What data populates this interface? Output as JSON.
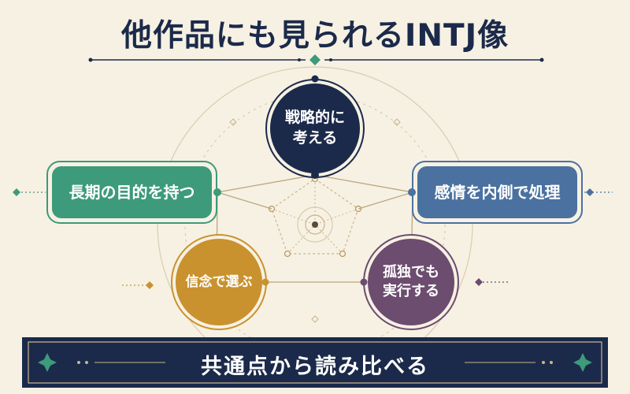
{
  "title": "他作品にも見られるINTJ像",
  "nodes": {
    "top": "戦略的に\n考える",
    "left": "長期の目的を持つ",
    "right": "感情を内側で処理",
    "bottom_left": "信念で選ぶ",
    "bottom_right": "孤独でも\n実行する"
  },
  "banner": "共通点から読み比べる",
  "colors": {
    "navy": "#1b2a4a",
    "green": "#3d9a7a",
    "blue": "#4a71a0",
    "gold": "#c9922e",
    "purple": "#6c4c6f",
    "background": "#f7f1e3"
  }
}
